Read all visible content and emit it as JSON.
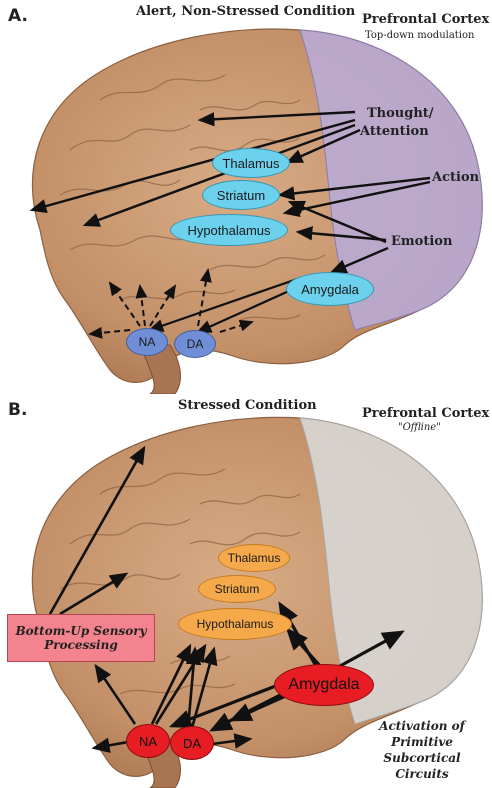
{
  "panel_a": {
    "letter": "A.",
    "condition": "Alert, Non-Stressed Condition",
    "pfc_title": "Prefrontal Cortex",
    "pfc_subtitle": "Top-down modulation",
    "thought_line1": "Thought/",
    "thought_line2": "Attention",
    "action": "Action",
    "emotion": "Emotion",
    "thalamus": "Thalamus",
    "striatum": "Striatum",
    "hypothalamus": "Hypothalamus",
    "amygdala": "Amygdala",
    "na": "NA",
    "da": "DA"
  },
  "panel_b": {
    "letter": "B.",
    "condition": "Stressed Condition",
    "pfc_title": "Prefrontal Cortex",
    "pfc_subtitle": "\"Offline\"",
    "sensory_line1": "Bottom-Up Sensory",
    "sensory_line2": "Processing",
    "thalamus": "Thalamus",
    "striatum": "Striatum",
    "hypothalamus": "Hypothalamus",
    "amygdala": "Amygdala",
    "na": "NA",
    "da": "DA",
    "activation_line1": "Activation of",
    "activation_line2": "Primitive Subcortical",
    "activation_line3": "Circuits"
  },
  "colors": {
    "brain": "#c99a72",
    "pfc_active": "#b9acdc",
    "pfc_offline": "#d8d6d4",
    "subcortical_calm": "#6cd1ec",
    "neuromod_calm": "#6f8ed6",
    "subcortical_stress": "#f5a94a",
    "neuromod_stress": "#e81d24",
    "sensory_box": "#f2838f"
  }
}
